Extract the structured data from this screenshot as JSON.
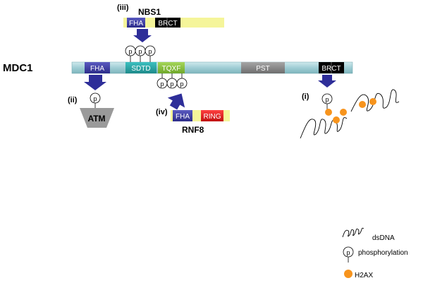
{
  "protein": "MDC1",
  "domains": {
    "mdc1_fha": "FHA",
    "sdtd": "SDTD",
    "tqxf": "TQXF",
    "pst": "PST",
    "mdc1_brct": "BRCT"
  },
  "nbs1": {
    "label": "NBS1",
    "step": "(iii)",
    "fha": "FHA",
    "brct": "BRCT"
  },
  "atm": {
    "label": "ATM",
    "step": "(ii)"
  },
  "rnf8": {
    "label": "RNF8",
    "step": "(iv)",
    "fha": "FHA",
    "ring": "RING"
  },
  "h2ax_step": "(i)",
  "phospho_symbol": "p",
  "legend": {
    "dsdna": "dsDNA",
    "phosphorylation": "phosphorylation",
    "h2ax": "H2AX"
  },
  "colors": {
    "backbone": "#a9d4da",
    "fha": "#3f3fa6",
    "sdtd": "#2aa5a5",
    "tqxf": "#8dc63f",
    "pst": "#8a8a8a",
    "brct": "#000000",
    "ring": "#e02020",
    "partner_bar": "#f5f59a",
    "arrow": "#2e2e99",
    "atm": "#9a9a9a",
    "h2ax": "#f7941d"
  }
}
